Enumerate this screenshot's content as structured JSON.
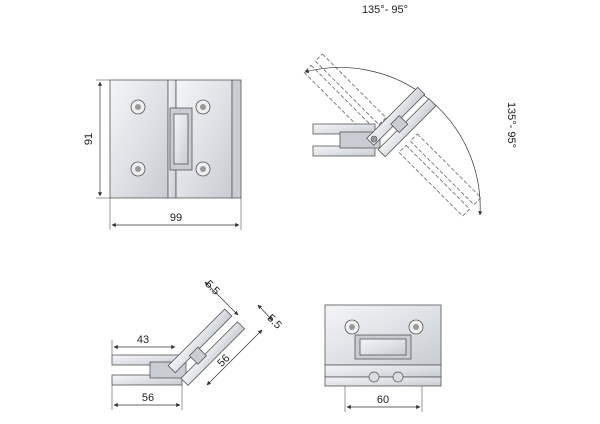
{
  "views": {
    "front": {
      "height_label": "91",
      "width_label": "99"
    },
    "rotation": {
      "range_top": "135°- 95°",
      "range_side": "135°- 95°"
    },
    "top": {
      "offset_a": "5.5",
      "offset_b": "5.5",
      "length_a": "43",
      "length_b": "56",
      "length_c": "56"
    },
    "bottom": {
      "width_label": "60"
    }
  }
}
